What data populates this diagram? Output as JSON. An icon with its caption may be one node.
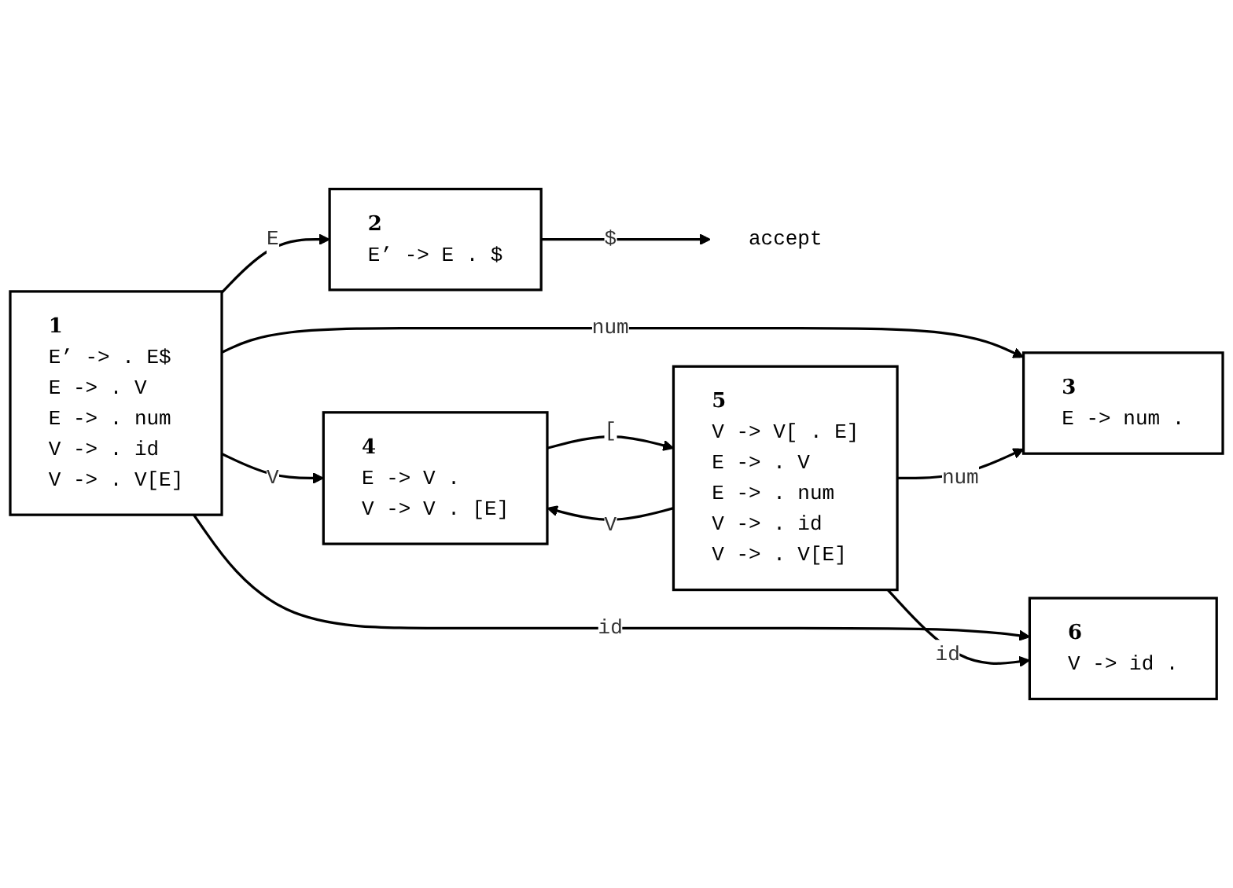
{
  "diagram": {
    "nodes": [
      {
        "text": [
          "accept"
        ]
      },
      {
        "text": [
          "1",
          "E’ -> . E$",
          "E -> . V",
          "E -> . num",
          "V -> . id",
          "V -> . V[E]"
        ]
      },
      {
        "text": [
          "2",
          "E’ -> E . $"
        ]
      },
      {
        "text": [
          "3",
          "E -> num ."
        ]
      },
      {
        "text": [
          "6",
          "V -> id ."
        ]
      },
      {
        "text": [
          "4",
          "E -> V .",
          "V -> V . [E]"
        ]
      },
      {
        "text": [
          "5",
          "V -> V[ . E]",
          "E -> . V",
          "E -> . num",
          "V -> . id",
          "V -> . V[E]"
        ]
      }
    ],
    "edges": [
      {
        "from": 1,
        "to": 2,
        "arrow": "to",
        "label": "E"
      },
      {
        "from": 2,
        "to": 0,
        "arrow": "to",
        "label": "$"
      },
      {
        "from": 1,
        "to": 3,
        "arrow": "to",
        "label": "num"
      },
      {
        "from": 1,
        "to": 4,
        "arrow": "to",
        "label": "id"
      },
      {
        "from": 1,
        "to": 5,
        "arrow": "to",
        "label": "V"
      },
      {
        "from": 5,
        "to": 6,
        "arrow": "to",
        "label": "["
      },
      {
        "from": 6,
        "to": 5,
        "arrow": "to",
        "label": "V"
      },
      {
        "from": 6,
        "to": 4,
        "arrow": "to",
        "label": "id"
      },
      {
        "from": 6,
        "to": 3,
        "arrow": "to",
        "label": "num"
      }
    ]
  }
}
